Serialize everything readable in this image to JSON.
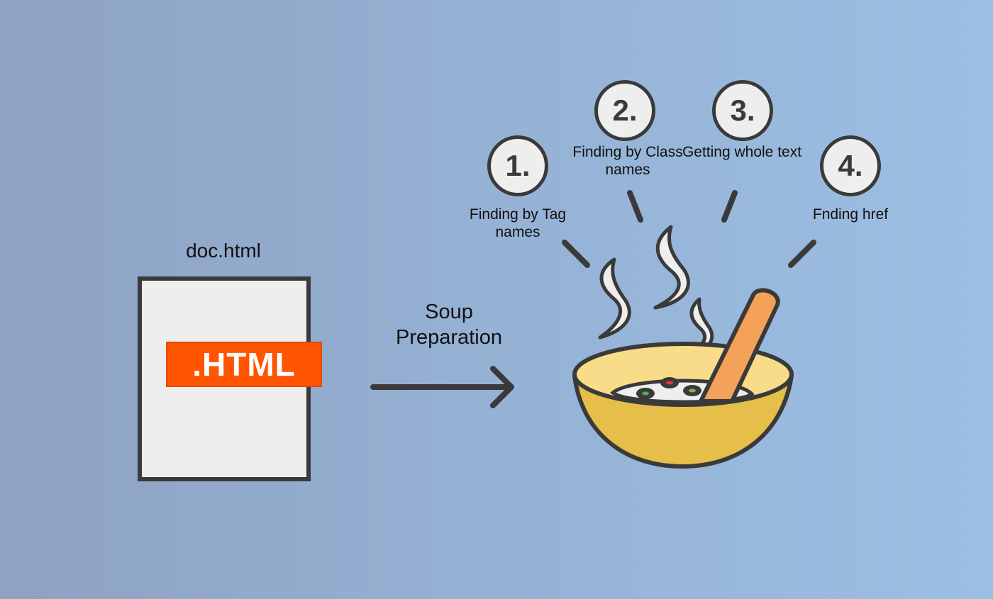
{
  "document": {
    "filename": "doc.html",
    "tag": ".HTML"
  },
  "arrow": {
    "label": "Soup Preparation"
  },
  "steps": [
    {
      "number": "1.",
      "label": "Finding by Tag names"
    },
    {
      "number": "2.",
      "label": "Finding by Class names"
    },
    {
      "number": "3.",
      "label": "Getting whole text"
    },
    {
      "number": "4.",
      "label": "Fnding href"
    }
  ],
  "colors": {
    "outline": "#3a3a3a",
    "html_tag": "#ff5500",
    "paper": "#eeeeee",
    "bowl_outer": "#e5bf4a",
    "bowl_rim": "#f8dc8a",
    "spoon": "#f4a259",
    "steam": "#eeeeee"
  },
  "icons": [
    "document-icon",
    "arrow-right-icon",
    "soup-bowl-icon",
    "spoon-icon",
    "steam-icon"
  ]
}
